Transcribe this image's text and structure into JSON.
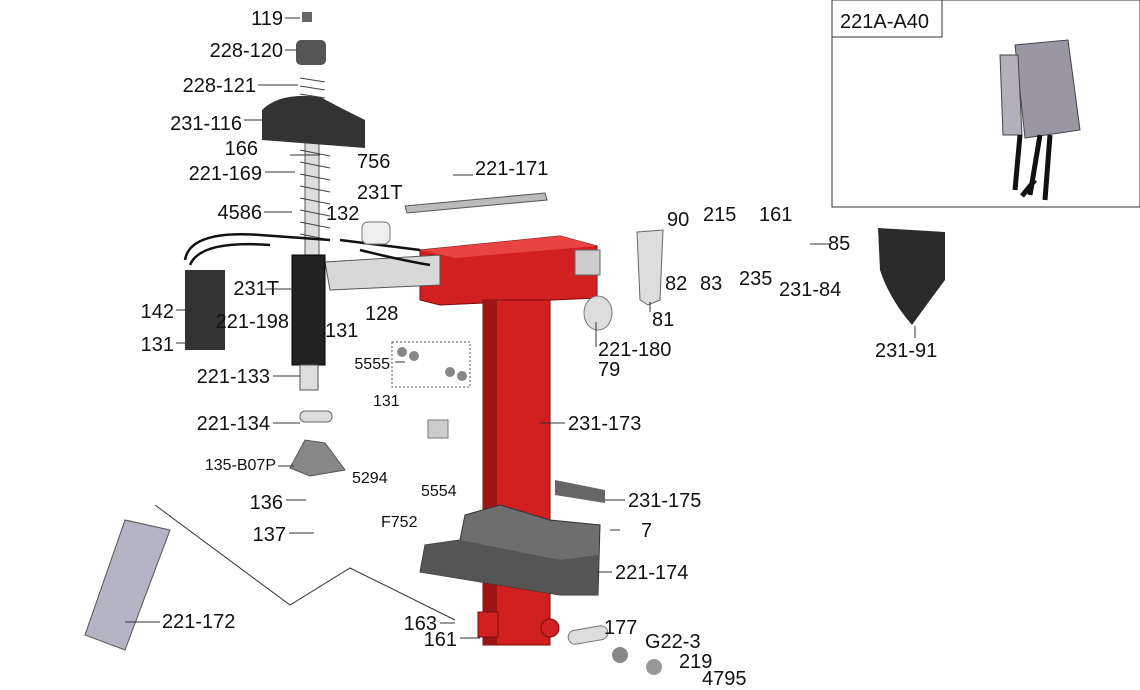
{
  "diagram": {
    "inset_label": "221A-A40",
    "labels": [
      "119",
      "228-120",
      "228-121",
      "231-116",
      "166",
      "756",
      "221-169",
      "221-171",
      "231T",
      "4586",
      "132",
      "231T",
      "142",
      "221-198",
      "131",
      "128",
      "131",
      "221-133",
      "5555",
      "131",
      "221-134",
      "135-B07P",
      "5294",
      "5554",
      "136",
      "F752",
      "137",
      "221-172",
      "163",
      "161",
      "177",
      "G22-3",
      "219",
      "4795",
      "231-173",
      "231-175",
      "7",
      "221-174",
      "221-180",
      "79",
      "90",
      "215",
      "161",
      "85",
      "82",
      "83",
      "235",
      "231-84",
      "81",
      "231-91"
    ],
    "colors": {
      "column": "#d21f1f",
      "column_dark": "#9e1414",
      "part_gray": "#8a8a8a",
      "part_dark": "#2a2a2a"
    }
  }
}
